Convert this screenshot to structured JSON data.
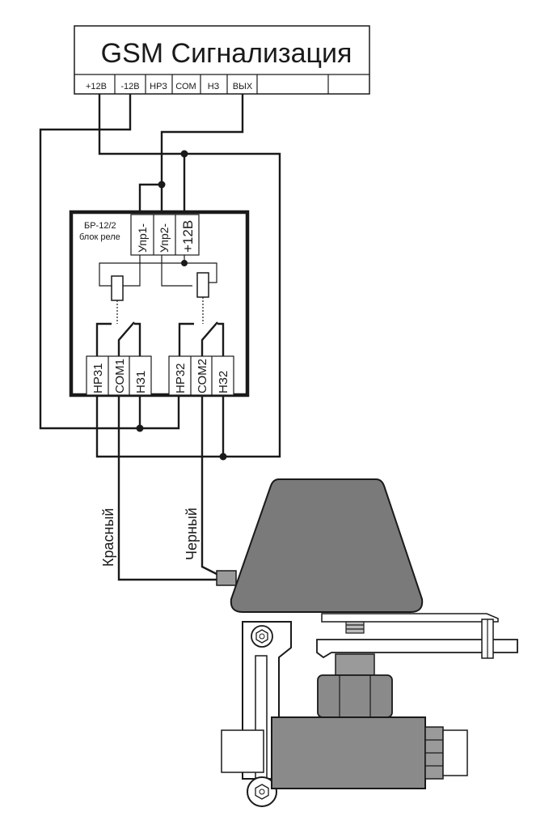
{
  "gsm": {
    "title": "GSM Сигнализация",
    "terminals": [
      "+12В",
      "-12В",
      "НРЗ",
      "СОМ",
      "НЗ",
      "ВЫХ",
      "",
      ""
    ]
  },
  "relay": {
    "title_line1": "БР-12/2",
    "title_line2": "блок реле",
    "top_terminals": [
      "Упр1-",
      "Упр2-",
      "+12В"
    ],
    "bottom_terminals": [
      "НР31",
      "СОМ1",
      "НЗ1",
      "НР32",
      "СОМ2",
      "НЗ2"
    ]
  },
  "wires": {
    "red_label": "Красный",
    "black_label": "Черный"
  },
  "colors": {
    "wire": "#1a1a1a",
    "actuator_body": "#7a7a7a",
    "valve_body": "#8a8a8a"
  }
}
